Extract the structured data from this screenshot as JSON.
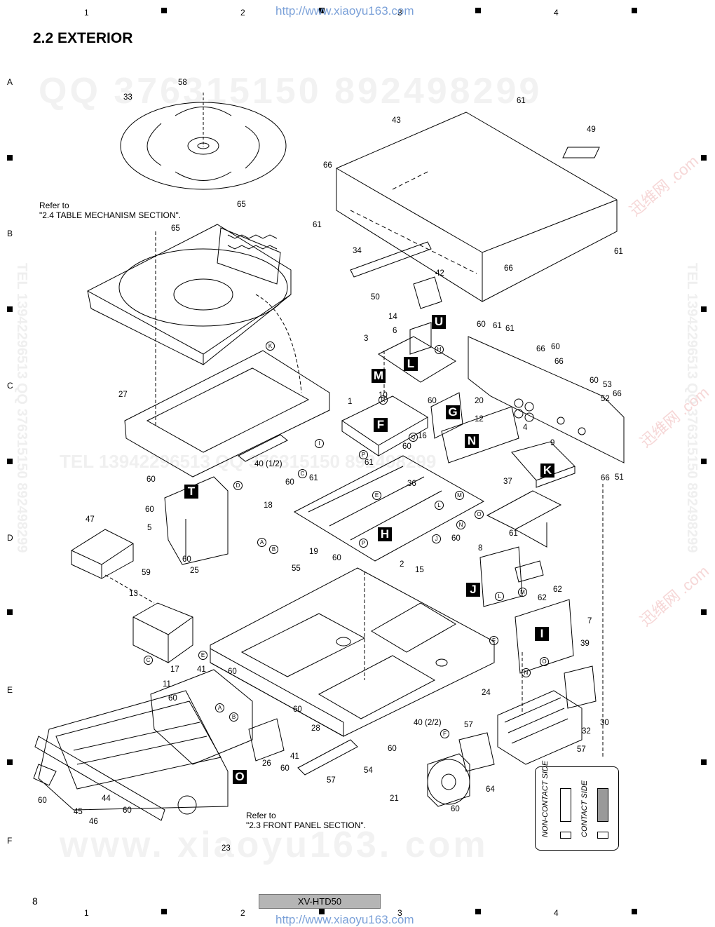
{
  "header": {
    "watermark_url": "http://www.xiaoyu163.com",
    "columns": [
      "1",
      "2",
      "3",
      "4"
    ]
  },
  "rows": [
    "A",
    "B",
    "C",
    "D",
    "E",
    "F"
  ],
  "section_title": "2.2  EXTERIOR",
  "watermarks": {
    "qq_line": "QQ 376315150    892498299",
    "tel_line": "TEL 13942296513   QQ 376315150   892498299",
    "site_line": "www. xiaoyu163. com",
    "side_vertical": "TEL 13942296513  QQ 376315150  892498299",
    "red_mark": "迅维网 .com"
  },
  "notes": {
    "table_ref": [
      "Refer to",
      "\"2.4 TABLE MECHANISM SECTION\"."
    ],
    "front_ref": [
      "Refer to",
      "\"2.3 FRONT PANEL SECTION\"."
    ]
  },
  "pcb_labels": [
    "U",
    "L",
    "M",
    "F",
    "G",
    "N",
    "K",
    "T",
    "H",
    "J",
    "I",
    "O"
  ],
  "part_numbers": [
    "58",
    "33",
    "65",
    "65",
    "43",
    "61",
    "49",
    "66",
    "61",
    "61",
    "34",
    "42",
    "66",
    "50",
    "14",
    "6",
    "60",
    "61",
    "61",
    "3",
    "66",
    "60",
    "66",
    "60",
    "53",
    "66",
    "52",
    "1",
    "10",
    "60",
    "20",
    "12",
    "4",
    "16",
    "60",
    "9",
    "61",
    "61",
    "36",
    "40 (1/2)",
    "27",
    "60",
    "60",
    "37",
    "5",
    "60",
    "47",
    "18",
    "19",
    "55",
    "60",
    "2",
    "15",
    "60",
    "8",
    "61",
    "62",
    "62",
    "7",
    "25",
    "60",
    "59",
    "13",
    "17",
    "41",
    "60",
    "11",
    "60",
    "60",
    "28",
    "41",
    "60",
    "26",
    "60",
    "40 (2/2)",
    "57",
    "57",
    "39",
    "30",
    "57",
    "32",
    "64",
    "21",
    "60",
    "54",
    "60",
    "45",
    "44",
    "46",
    "60",
    "23",
    "24",
    "66",
    "51"
  ],
  "circle_letters": [
    "K",
    "H",
    "I",
    "C",
    "P",
    "Q",
    "O",
    "R",
    "L",
    "M",
    "N",
    "A",
    "B",
    "E",
    "P",
    "J",
    "F",
    "E",
    "A",
    "B",
    "F",
    "L",
    "M",
    "N",
    "O",
    "C",
    "D"
  ],
  "contact_legend": {
    "non_contact": "NON-CONTACT SIDE",
    "contact": "CONTACT SIDE"
  },
  "footer": {
    "page_number": "8",
    "model": "XV-HTD50",
    "watermark_url": "http://www.xiaoyu163.com",
    "columns": [
      "1",
      "2",
      "3",
      "4"
    ]
  }
}
